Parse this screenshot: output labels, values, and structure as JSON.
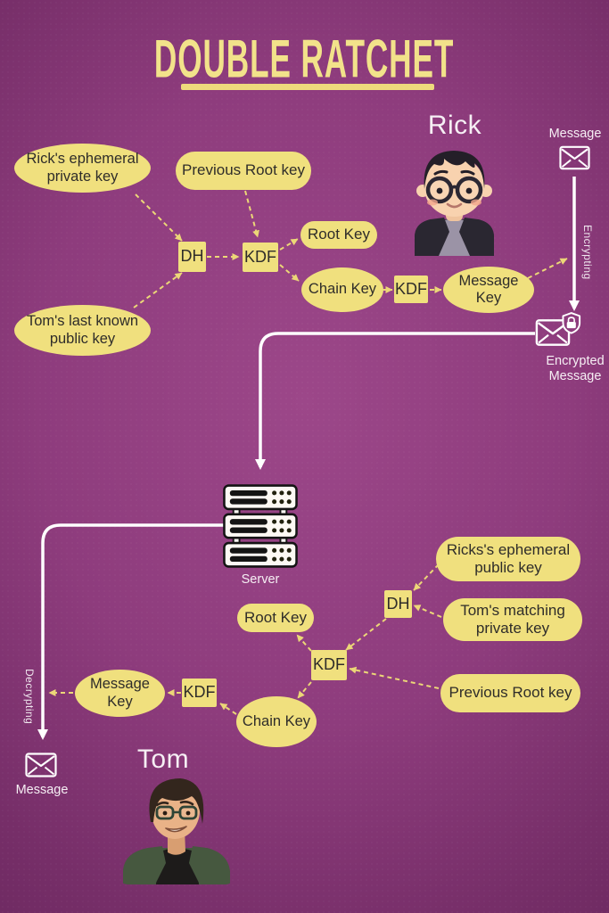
{
  "title": {
    "text": "DOUBLE RATCHET"
  },
  "colors": {
    "background_center": "#9c4789",
    "background_edge": "#6c2960",
    "node_fill": "#f0e07e",
    "connector_yellow": "#ecd777",
    "flow_white": "#ffffff",
    "node_text": "#2f2d2a",
    "title_yellow": "#f2e28a"
  },
  "actors": {
    "rick": {
      "name": "Rick"
    },
    "tom": {
      "name": "Tom"
    }
  },
  "encrypt_flow": {
    "nodes": {
      "rick_ephemeral_private_key": "Rick's ephemeral private key",
      "previous_root_key": "Previous Root key",
      "toms_last_known_public_key": "Tom's last known public key",
      "dh": "DH",
      "kdf_root": "KDF",
      "root_key": "Root Key",
      "chain_key": "Chain Key",
      "kdf_message": "KDF",
      "message_key": "Message Key"
    },
    "message_label": "Message",
    "arrow_label": "Encrypting",
    "encrypted_message_label": "Encrypted Message"
  },
  "server": {
    "label": "Server"
  },
  "decrypt_flow": {
    "nodes": {
      "ricks_ephemeral_public_key": "Ricks's ephemeral public key",
      "toms_matching_private_key": "Tom's matching private key",
      "previous_root_key": "Previous Root key",
      "dh": "DH",
      "kdf_root": "KDF",
      "root_key": "Root Key",
      "chain_key": "Chain Key",
      "kdf_message": "KDF",
      "message_key": "Message Key"
    },
    "arrow_label": "Decrypting",
    "message_label": "Message"
  },
  "icons": {
    "message_top": "envelope-icon",
    "encrypted_message": "envelope-shield-lock-icon",
    "server": "server-rack-icon",
    "message_bottom": "envelope-icon",
    "rick": "rick-avatar",
    "tom": "tom-avatar"
  }
}
